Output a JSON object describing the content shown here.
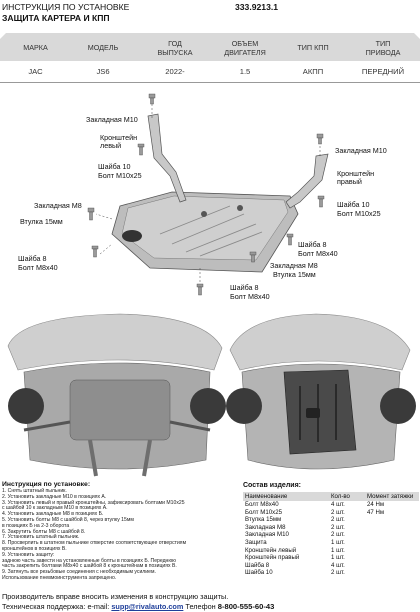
{
  "header": {
    "line1": "ИНСТРУКЦИЯ ПО УСТАНОВКЕ",
    "line2": "ЗАЩИТА КАРТЕРА И КПП",
    "part_number": "333.9213.1"
  },
  "spec_table": {
    "columns": [
      "МАРКА",
      "МОДЕЛЬ",
      "ГОД ВЫПУСКА",
      "ОБЪЕМ ДВИГАТЕЛЯ",
      "ТИП КПП",
      "ТИП ПРИВОДА"
    ],
    "column_lines": [
      [
        "МАРКА"
      ],
      [
        "МОДЕЛЬ"
      ],
      [
        "ГОД",
        "ВЫПУСКА"
      ],
      [
        "ОБЪЕМ",
        "ДВИГАТЕЛЯ"
      ],
      [
        "ТИП КПП"
      ],
      [
        "ТИП",
        "ПРИВОДА"
      ]
    ],
    "values": [
      "JAC",
      "JS6",
      "2022-",
      "1.5",
      "АКПП",
      "ПЕРЕДНИЙ"
    ]
  },
  "diagram_labels": {
    "nut_m10": "Закладная M10",
    "bracket_left": [
      "Кронштейн",
      "левый"
    ],
    "washer10_left": "Шайба 10",
    "bolt_m10_left": "Болт M10x25",
    "nut_m10_right": "Закладная M10",
    "bracket_right": [
      "Кронштейн",
      "правый"
    ],
    "washer10_right": "Шайба 10",
    "bolt_m10_right": "Болт M10x25",
    "nut_m8": "Закладная M8",
    "sleeve_left": "Втулка 15мм",
    "washer8_right": "Шайба 8",
    "bolt_m8_right": "Болт M8x40",
    "nut_m8_center": "Закладная M8",
    "sleeve_center": "Втулка 15мм",
    "washer8_left": "Шайба 8",
    "bolt_m8_left": "Болт M8x40",
    "washer8_bottom": "Шайба 8",
    "bolt_m8_bottom": "Болт M8x40"
  },
  "instructions": {
    "title": "Инструкция по установке:",
    "steps": [
      "1. Снять штатный пыльник.",
      "2. Установить закладные M10 в позициях А.",
      "3. Установить левый и правый кронштейны, зафиксировать болтами M10x25",
      "   с шайбой 10 к закладным M10 в позициях А.",
      "4. Установить закладные M8 в позициях Б.",
      "5. Установить болты M8 с шайбой 8, через втулку 15мм",
      "   в позициях Б на 2-3 оборота",
      "6. Закрутить болты M8 с шайбой 8.",
      "7. Установить штатный пыльник.",
      "8. Просверлить в штатном пыльнике отверстие соответствующее отверстиям",
      "   кронштейнов в позициях В.",
      "9. Установить защиту:",
      "   заднюю часть завести на установленные болты в позициях Б. Переднюю",
      "   часть закрепить болтами M8x40 с шайбой 8 к кронштейнам в позициях В.",
      "9. Затянуть все резьбовые соединения с необходимым усилием.",
      "   Использование пневмоинструмента запрещено."
    ]
  },
  "kit": {
    "title": "Состав изделия:",
    "headers": [
      "Наименование",
      "Кол-во",
      "Момент затяжки"
    ],
    "rows": [
      [
        "Болт M8x40",
        "4 шт.",
        "24 Нм"
      ],
      [
        "Болт M10x25",
        "2 шт.",
        "47 Нм"
      ],
      [
        "Втулка 15мм",
        "2 шт.",
        ""
      ],
      [
        "Закладная M8",
        "2 шт.",
        ""
      ],
      [
        "Закладная M10",
        "2 шт.",
        ""
      ],
      [
        "Защита",
        "1 шт.",
        ""
      ],
      [
        "Кронштейн левый",
        "1 шт.",
        ""
      ],
      [
        "Кронштейн правый",
        "1 шт.",
        ""
      ],
      [
        "Шайба 8",
        "4 шт.",
        ""
      ],
      [
        "Шайба 10",
        "2 шт.",
        ""
      ]
    ]
  },
  "footer": {
    "notice": "Производитель вправе вносить изменения в конструкцию защиты.",
    "support_label": "Техническая поддержка:",
    "email_label": "e-mail:",
    "email": "supp@rivalauto.com",
    "phone_label": "Телефон",
    "phone": "8-800-555-60-43"
  },
  "colors": {
    "header_band": "#d9d9d9",
    "link": "#1f3f9a",
    "plate": "#b9b9b9"
  }
}
